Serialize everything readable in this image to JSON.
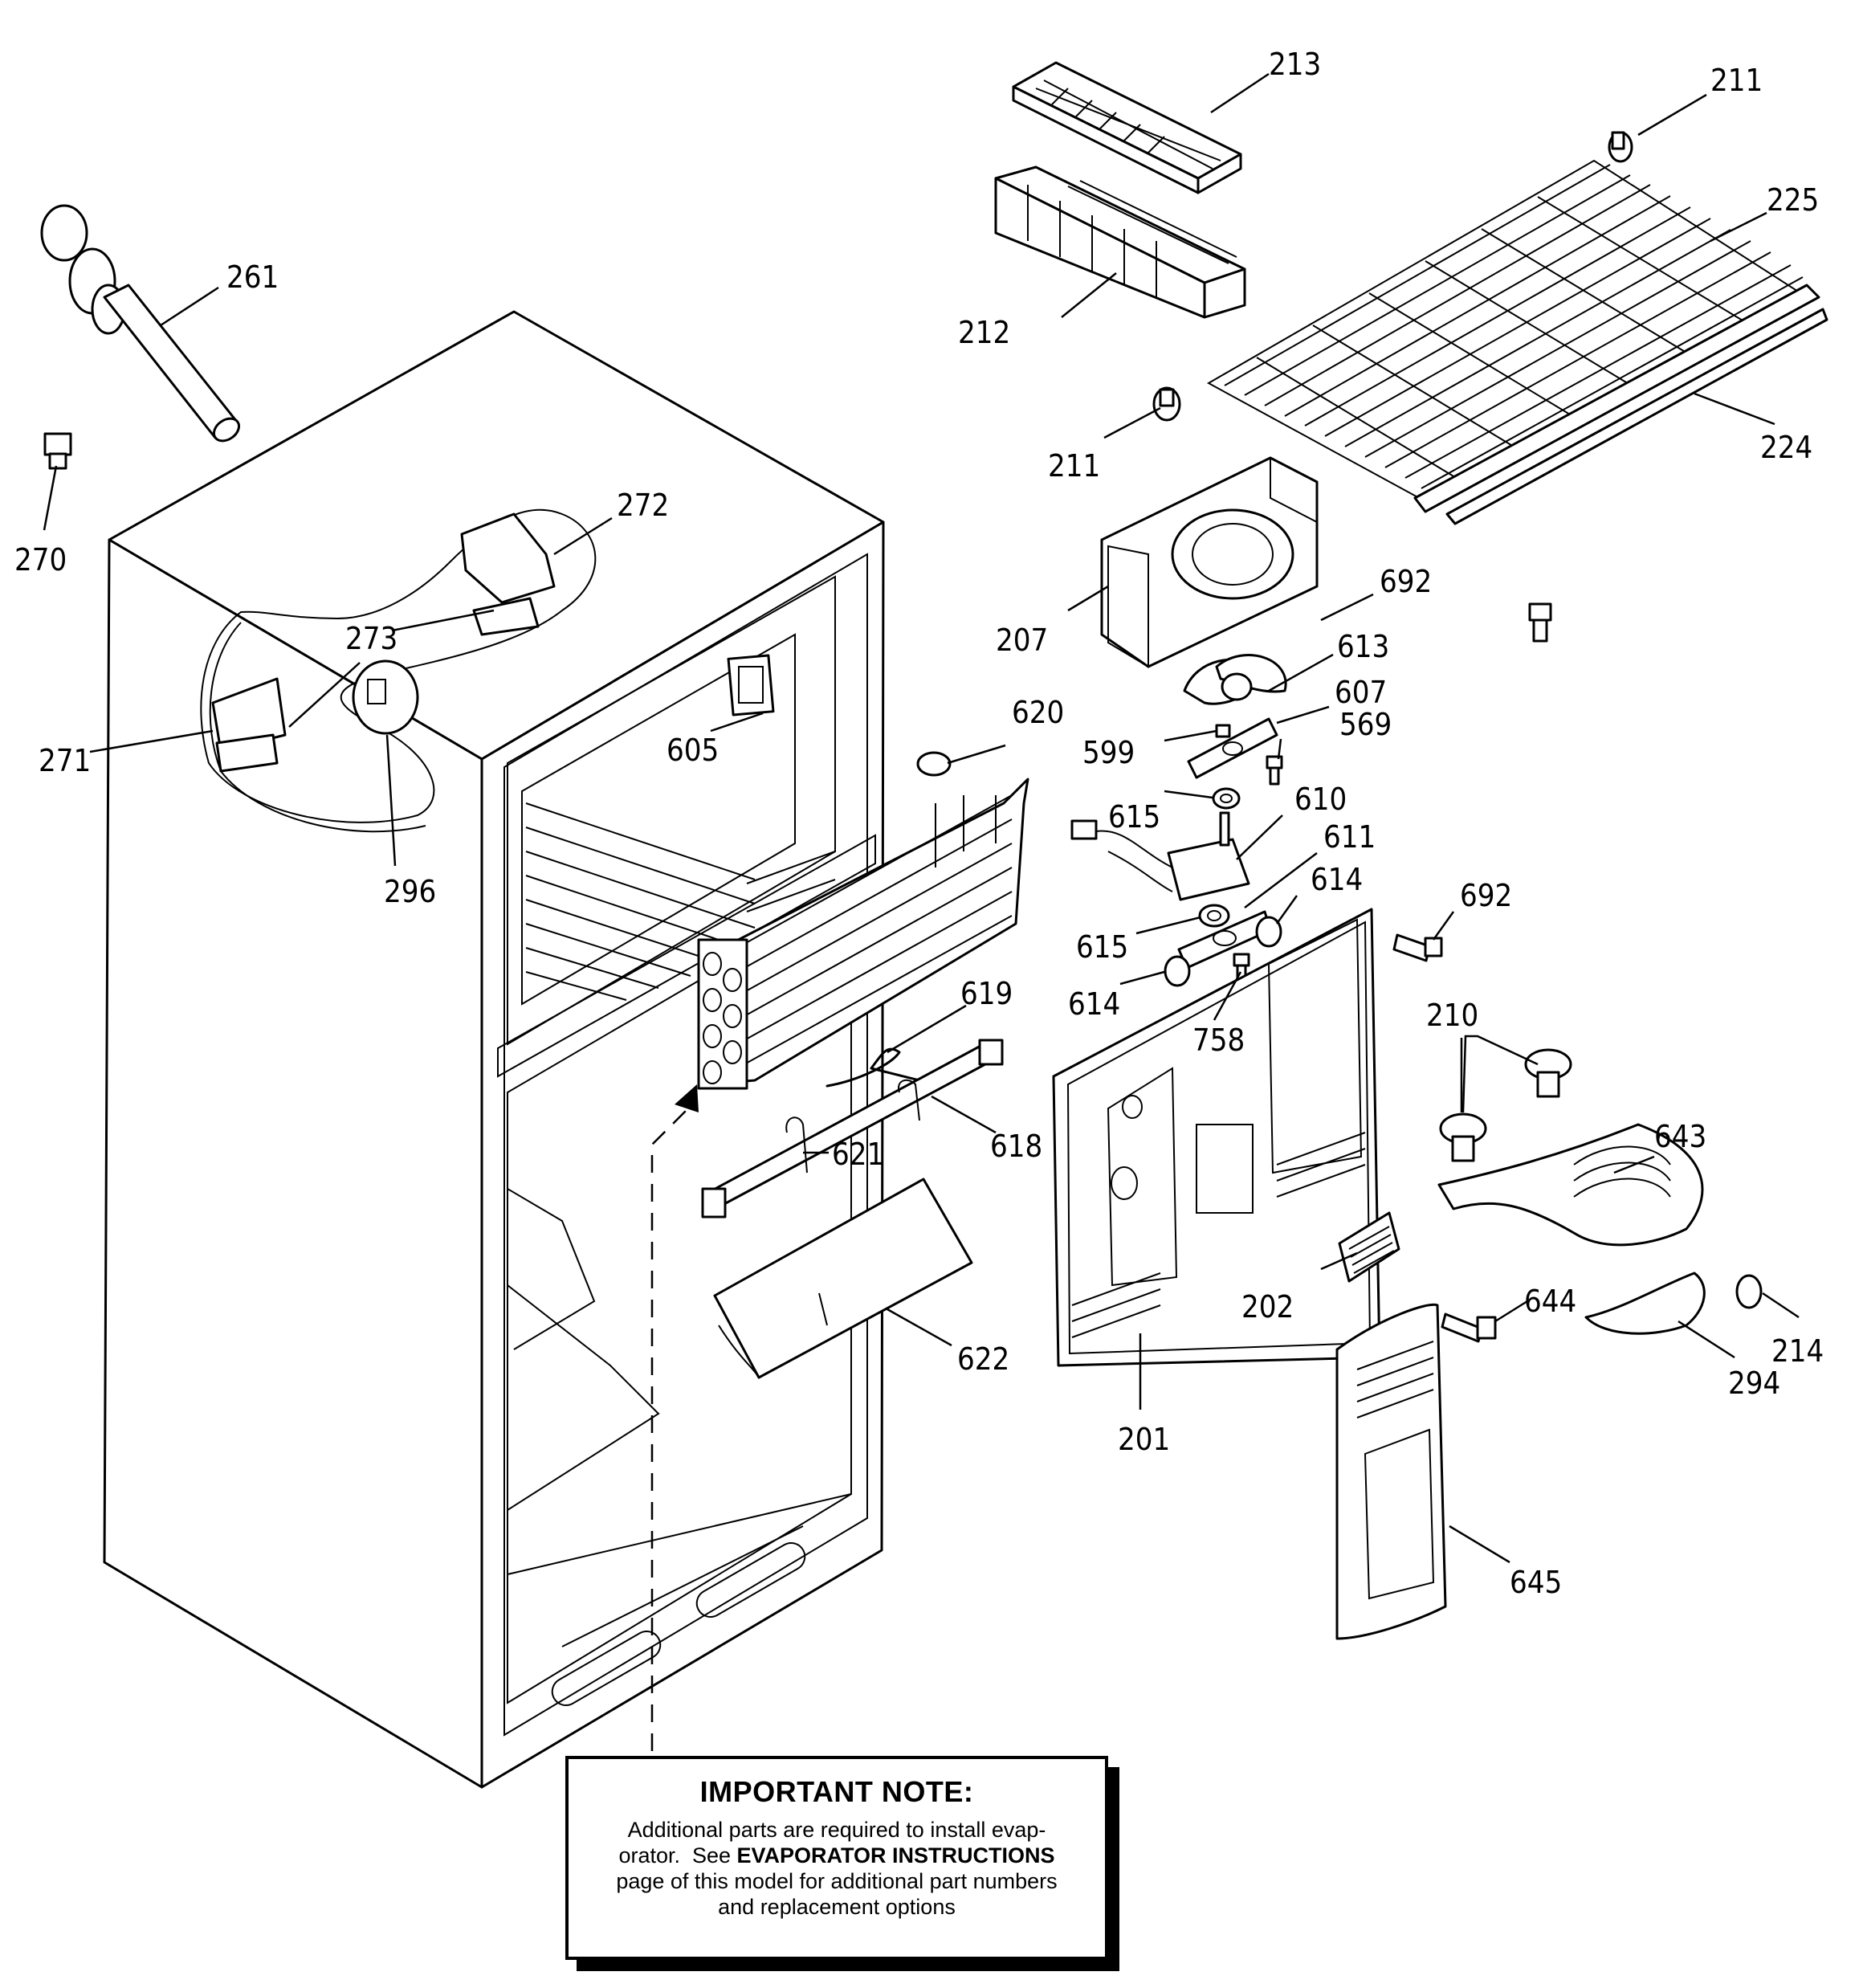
{
  "note": {
    "title": "IMPORTANT NOTE:",
    "line1": "Additional parts are required to install evap-",
    "line2_prefix": "orator.  See ",
    "line2_bold": "EVAPORATOR INSTRUCTIONS",
    "line3": "page of this model for additional part numbers",
    "line4": "and replacement options"
  },
  "callouts": {
    "c213": "213",
    "c211a": "211",
    "c261": "261",
    "c225": "225",
    "c212": "212",
    "c211b": "211",
    "c224": "224",
    "c270": "270",
    "c272": "272",
    "c692a": "692",
    "c207": "207",
    "c273": "273",
    "c613": "613",
    "c607": "607",
    "c620": "620",
    "c605": "605",
    "c599": "599",
    "c569": "569",
    "c271": "271",
    "c610": "610",
    "c615a": "615",
    "c611": "611",
    "c296": "296",
    "c614a": "614",
    "c692b": "692",
    "c615b": "615",
    "c614b": "614",
    "c619": "619",
    "c758": "758",
    "c210": "210",
    "c618": "618",
    "c621": "621",
    "c643": "643",
    "c644": "644",
    "c202": "202",
    "c622": "622",
    "c214": "214",
    "c294": "294",
    "c201": "201",
    "c645": "645"
  }
}
